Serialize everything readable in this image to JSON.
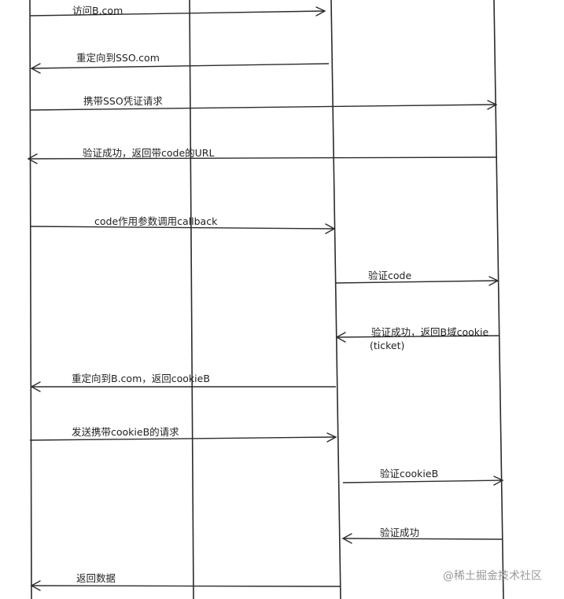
{
  "messages": [
    {
      "label": "访问B.com"
    },
    {
      "label": "重定向到SSO.com"
    },
    {
      "label": "携带SSO凭证请求"
    },
    {
      "label": "验证成功，返回带code的URL"
    },
    {
      "label": "code作用参数调用callback"
    },
    {
      "label": "验证code"
    },
    {
      "label": "验证成功，返回B域cookie",
      "label2": "(ticket)"
    },
    {
      "label": "重定向到B.com，返回cookieB"
    },
    {
      "label": "发送携带cookieB的请求"
    },
    {
      "label": "验证cookieB"
    },
    {
      "label": "验证成功"
    },
    {
      "label": "返回数据"
    }
  ],
  "watermark": "@稀土掘金技术社区"
}
